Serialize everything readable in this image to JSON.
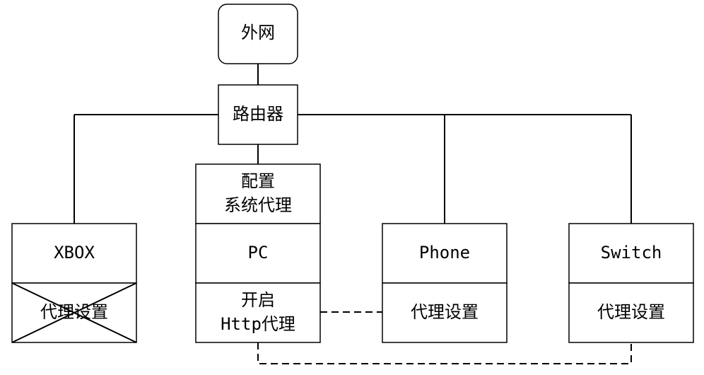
{
  "nodes": {
    "internet": {
      "label": "外网"
    },
    "router": {
      "label": "路由器"
    },
    "pc": {
      "config_line1": "配置",
      "config_line2": "系统代理",
      "label": "PC",
      "proxy_line1": "开启",
      "proxy_line2": "Http代理"
    },
    "xbox": {
      "label": "XBOX",
      "proxy": "代理设置",
      "proxy_crossed": true
    },
    "phone": {
      "label": "Phone",
      "proxy": "代理设置"
    },
    "switch": {
      "label": "Switch",
      "proxy": "代理设置"
    }
  }
}
